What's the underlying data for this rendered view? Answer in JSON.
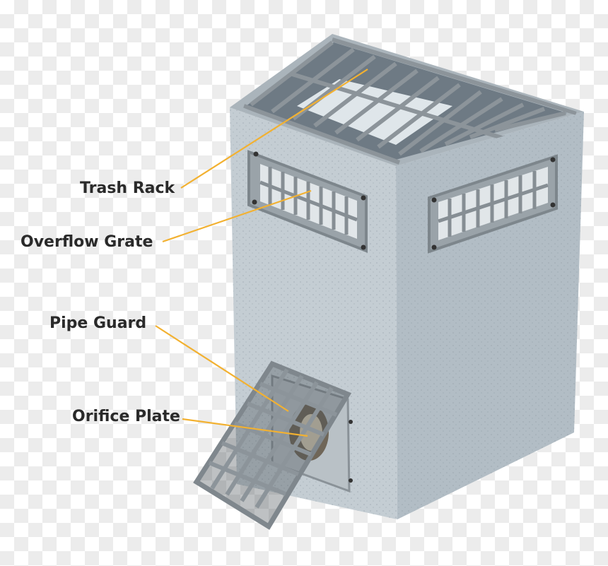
{
  "labels": {
    "trash_rack": "Trash Rack",
    "overflow_grate": "Overflow Grate",
    "pipe_guard": "Pipe Guard",
    "orifice_plate": "Orifice Plate"
  },
  "colors": {
    "leader_line": "#f2b131",
    "concrete_front": "#c3ccd2",
    "concrete_side": "#b3bec6",
    "steel": "#8a9298",
    "label_text": "#2a2a2a"
  }
}
